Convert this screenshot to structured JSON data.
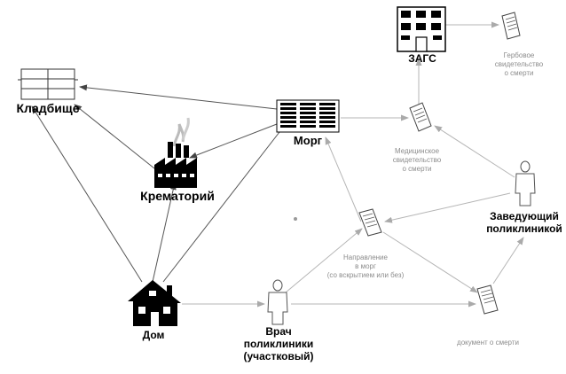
{
  "nodes": {
    "zags": "ЗАГС",
    "cemetery": "Кладбище",
    "crematorium": "Крематорий",
    "morgue": "Морг",
    "home": "Дом",
    "doctor": "Врач\nполиклиники\n(участковый)",
    "head": "Заведующий\nполиклиникой"
  },
  "documents": {
    "stamped_death_certificate": "Гербовое\nсвидетельство\nо смерти",
    "medical_death_certificate": "Медицинское\nсвидетельство\nо смерти",
    "morgue_referral": "Направление\nв морг\n(со вскрытием или без)",
    "death_document": "документ о смерти"
  },
  "colors": {
    "black_arrow": "#555555",
    "gray_arrow": "#b5b5b5",
    "icon": "#000000",
    "gray_text": "#8c8c8c"
  }
}
